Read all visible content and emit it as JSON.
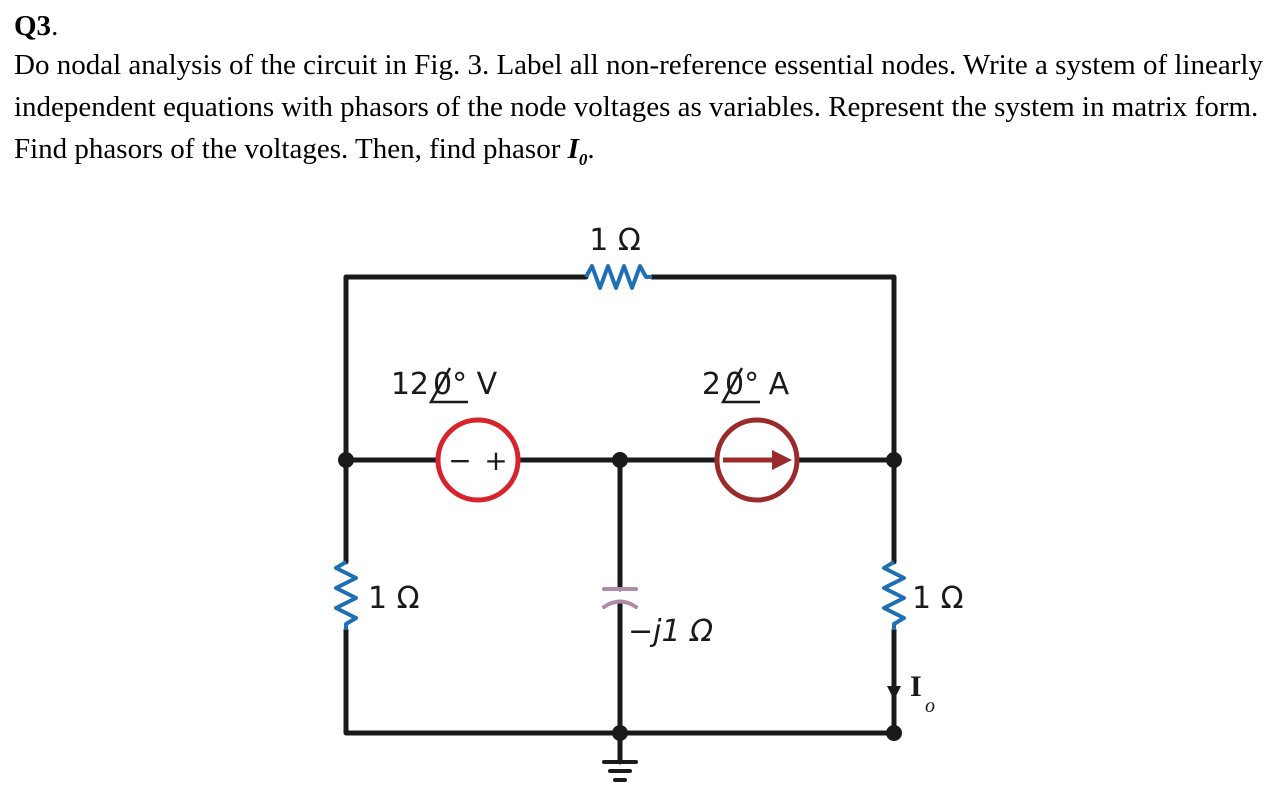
{
  "question": {
    "number": "Q3",
    "number_suffix": ".",
    "text_part1": "Do nodal analysis of the circuit in Fig. 3. Label all non-reference essential nodes. Write a system of linearly independent equations with phasors of the node voltages as variables. Represent the system in matrix form. Find phasors of the voltages. Then, find phasor ",
    "phasor_name": "I",
    "phasor_subscript": "0",
    "text_end": "."
  },
  "circuit": {
    "top_resistor_label": "1 Ω",
    "voltage_source_label": "12",
    "voltage_source_angle": "0° V",
    "voltage_source_minus": "−",
    "voltage_source_plus": "+",
    "current_source_label": "2",
    "current_source_angle": "0° A",
    "left_resistor_label": "1 Ω",
    "capacitor_label": "−j1 Ω",
    "right_resistor_label": "1 Ω",
    "current_label": "I",
    "current_subscript": "o",
    "colors": {
      "wire": "#1a1a1a",
      "resistor": "#1f6fb5",
      "voltage_source": "#d8232a",
      "current_source": "#9b2b2b",
      "capacitor": "#b08aa8"
    }
  }
}
